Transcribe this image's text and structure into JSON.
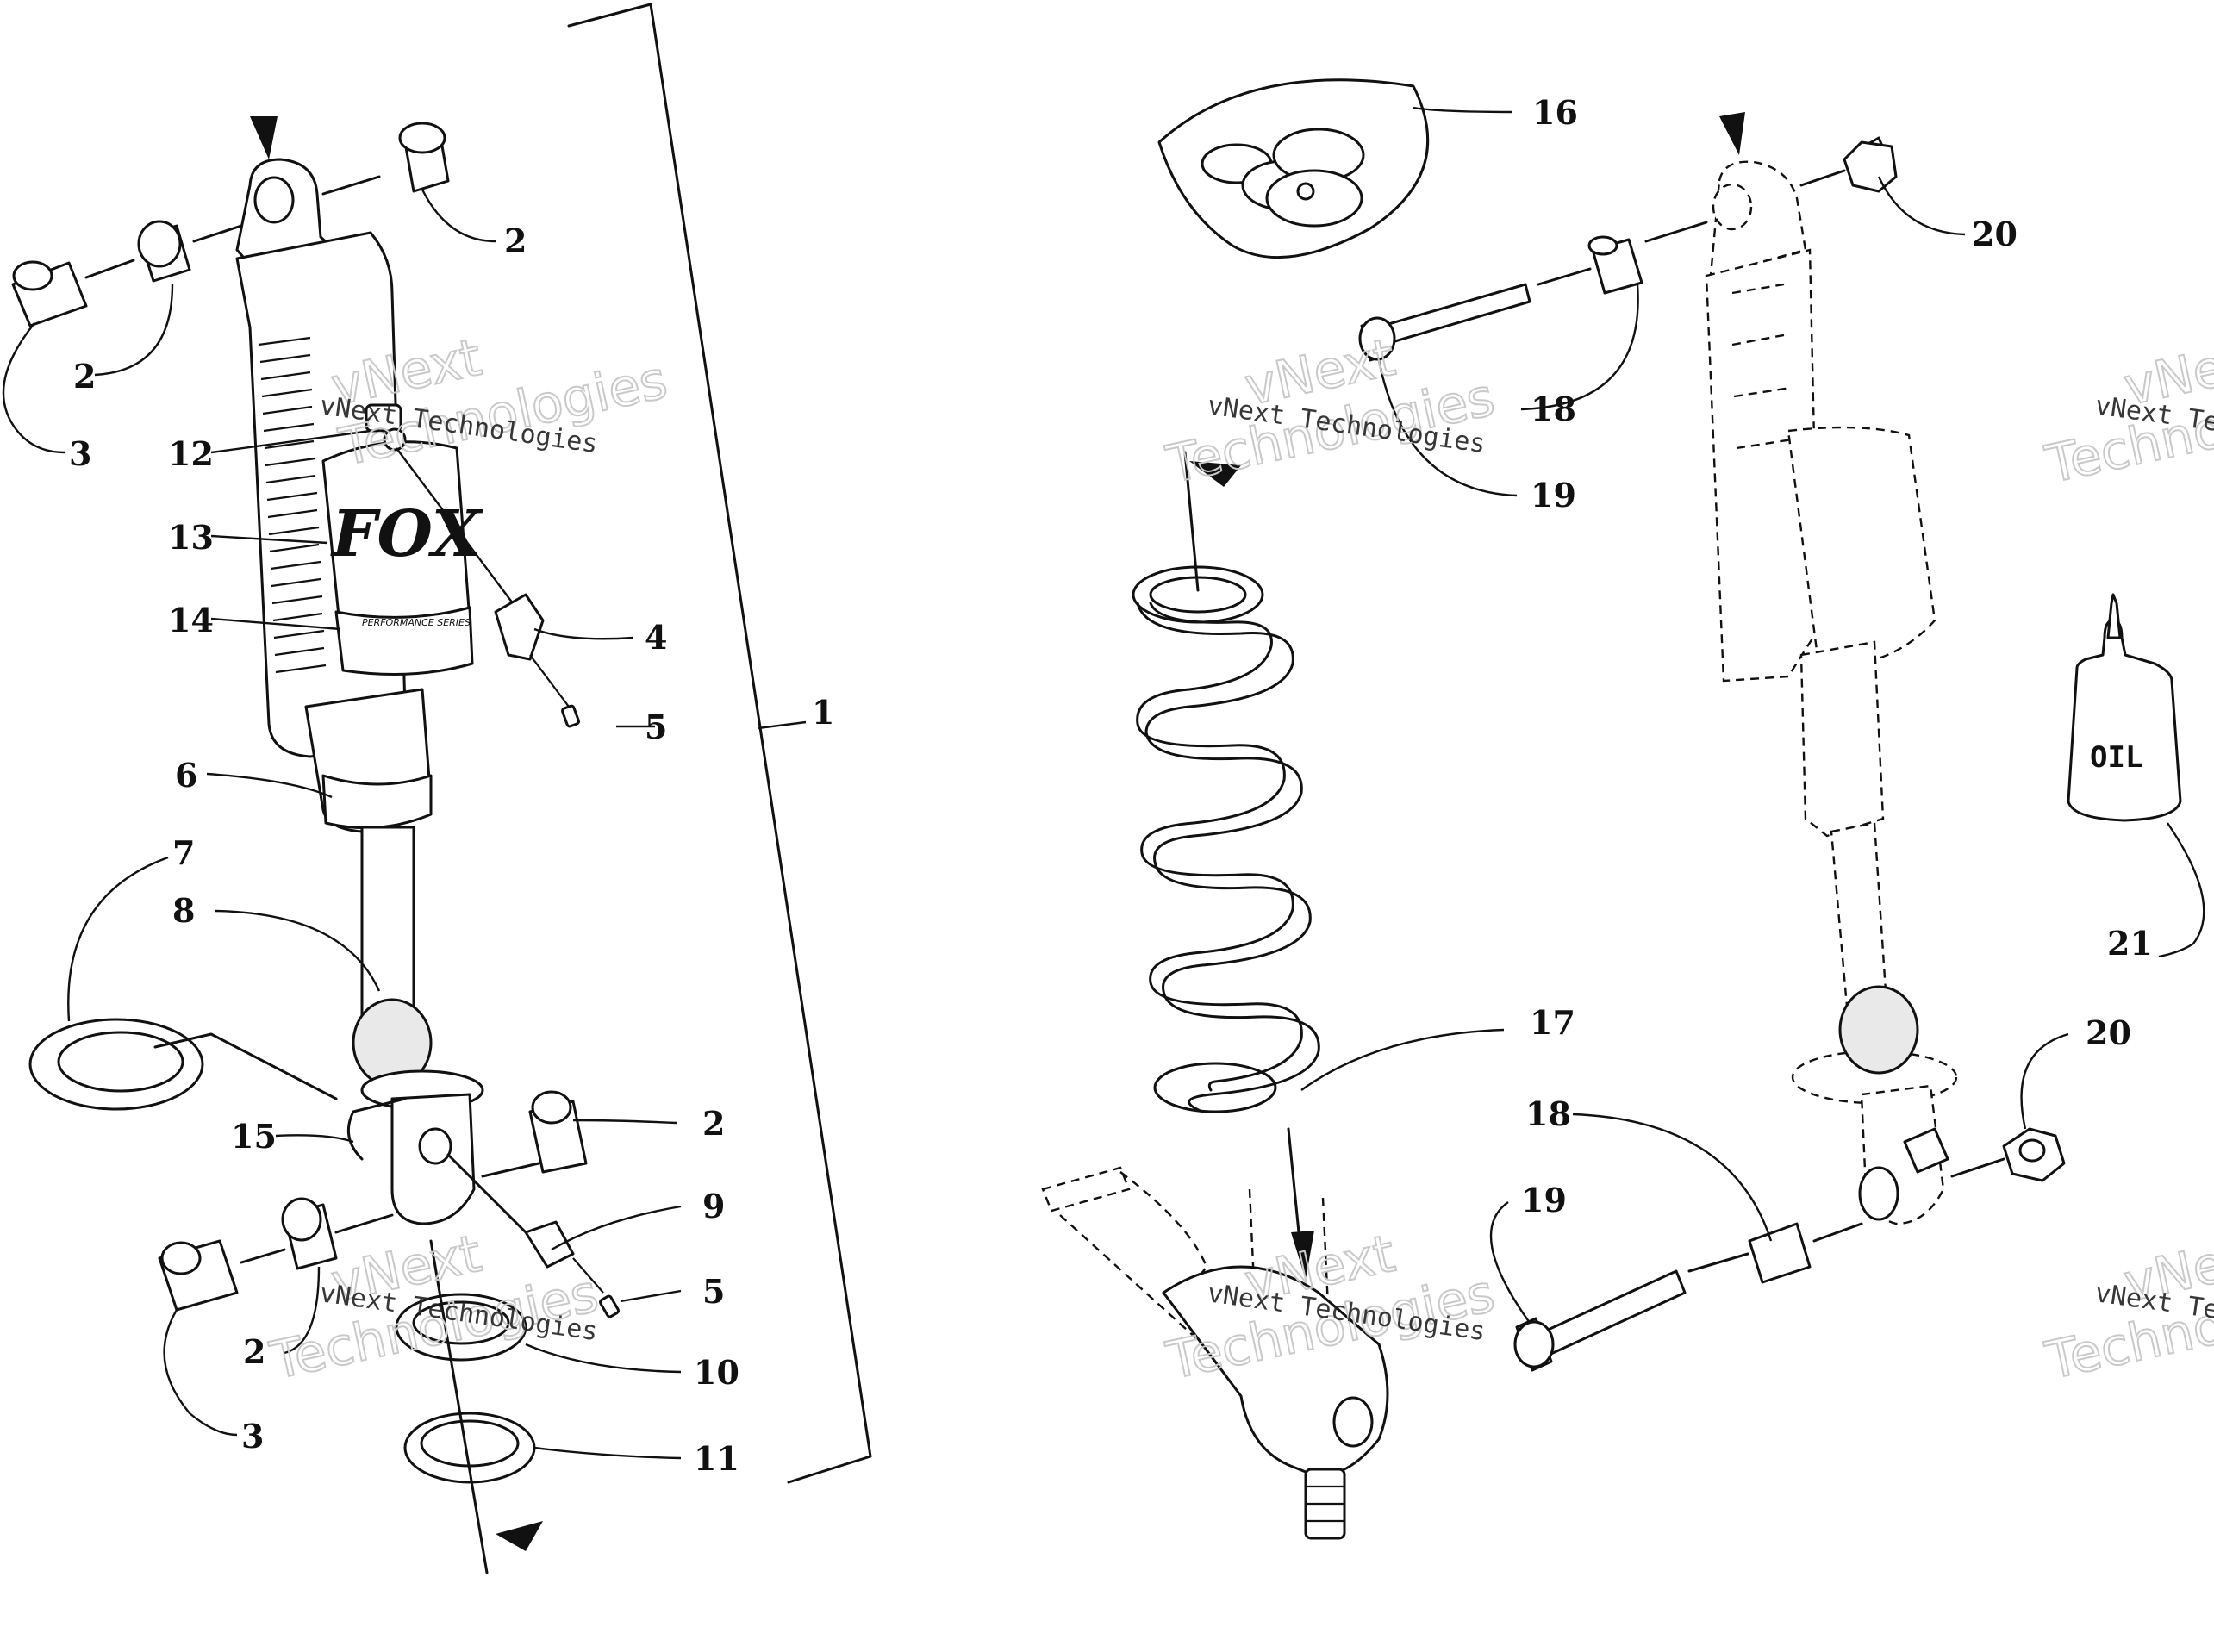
{
  "callouts": {
    "n1": "1",
    "n2a": "2",
    "n2b": "2",
    "n2c": "2",
    "n2d": "2",
    "n3a": "3",
    "n3b": "3",
    "n4": "4",
    "n5a": "5",
    "n5b": "5",
    "n6": "6",
    "n7": "7",
    "n8": "8",
    "n9": "9",
    "n10": "10",
    "n11": "11",
    "n12": "12",
    "n13": "13",
    "n14": "14",
    "n15": "15",
    "n16": "16",
    "n17": "17",
    "n18a": "18",
    "n18b": "18",
    "n19a": "19",
    "n19b": "19",
    "n20a": "20",
    "n20b": "20",
    "n21": "21"
  },
  "labels": {
    "oil": "OIL",
    "brand_logo": "FOX",
    "decal_text": "PERFORMANCE SERIES"
  },
  "watermark": {
    "line1": "vNext Technologies",
    "big": "vNext",
    "big2": "Technologies"
  }
}
